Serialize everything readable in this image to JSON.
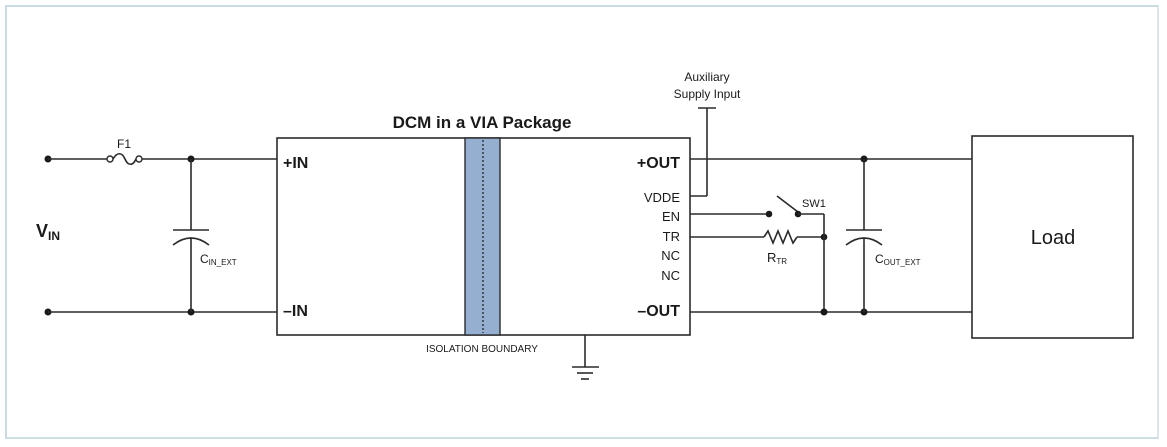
{
  "diagram": {
    "title": "DCM in a VIA Package",
    "input": {
      "label_main": "V",
      "label_sub": "IN",
      "fuse_label": "F1",
      "cap_main": "C",
      "cap_sub": "IN_EXT"
    },
    "module": {
      "pins_left": [
        "+IN",
        "–IN"
      ],
      "pins_right": {
        "plus_out": "+OUT",
        "vdde": "VDDE",
        "en": "EN",
        "tr": "TR",
        "nc1": "NC",
        "nc2": "NC",
        "minus_out": "–OUT"
      },
      "isolation_label": "ISOLATION BOUNDARY",
      "isolation_color": "#94afd0"
    },
    "aux": {
      "line1": "Auxiliary",
      "line2": "Supply Input"
    },
    "switch_label": "SW1",
    "resistor": {
      "main": "R",
      "sub": "TR"
    },
    "output_cap": {
      "main": "C",
      "sub": "OUT_EXT"
    },
    "load_label": "Load"
  }
}
